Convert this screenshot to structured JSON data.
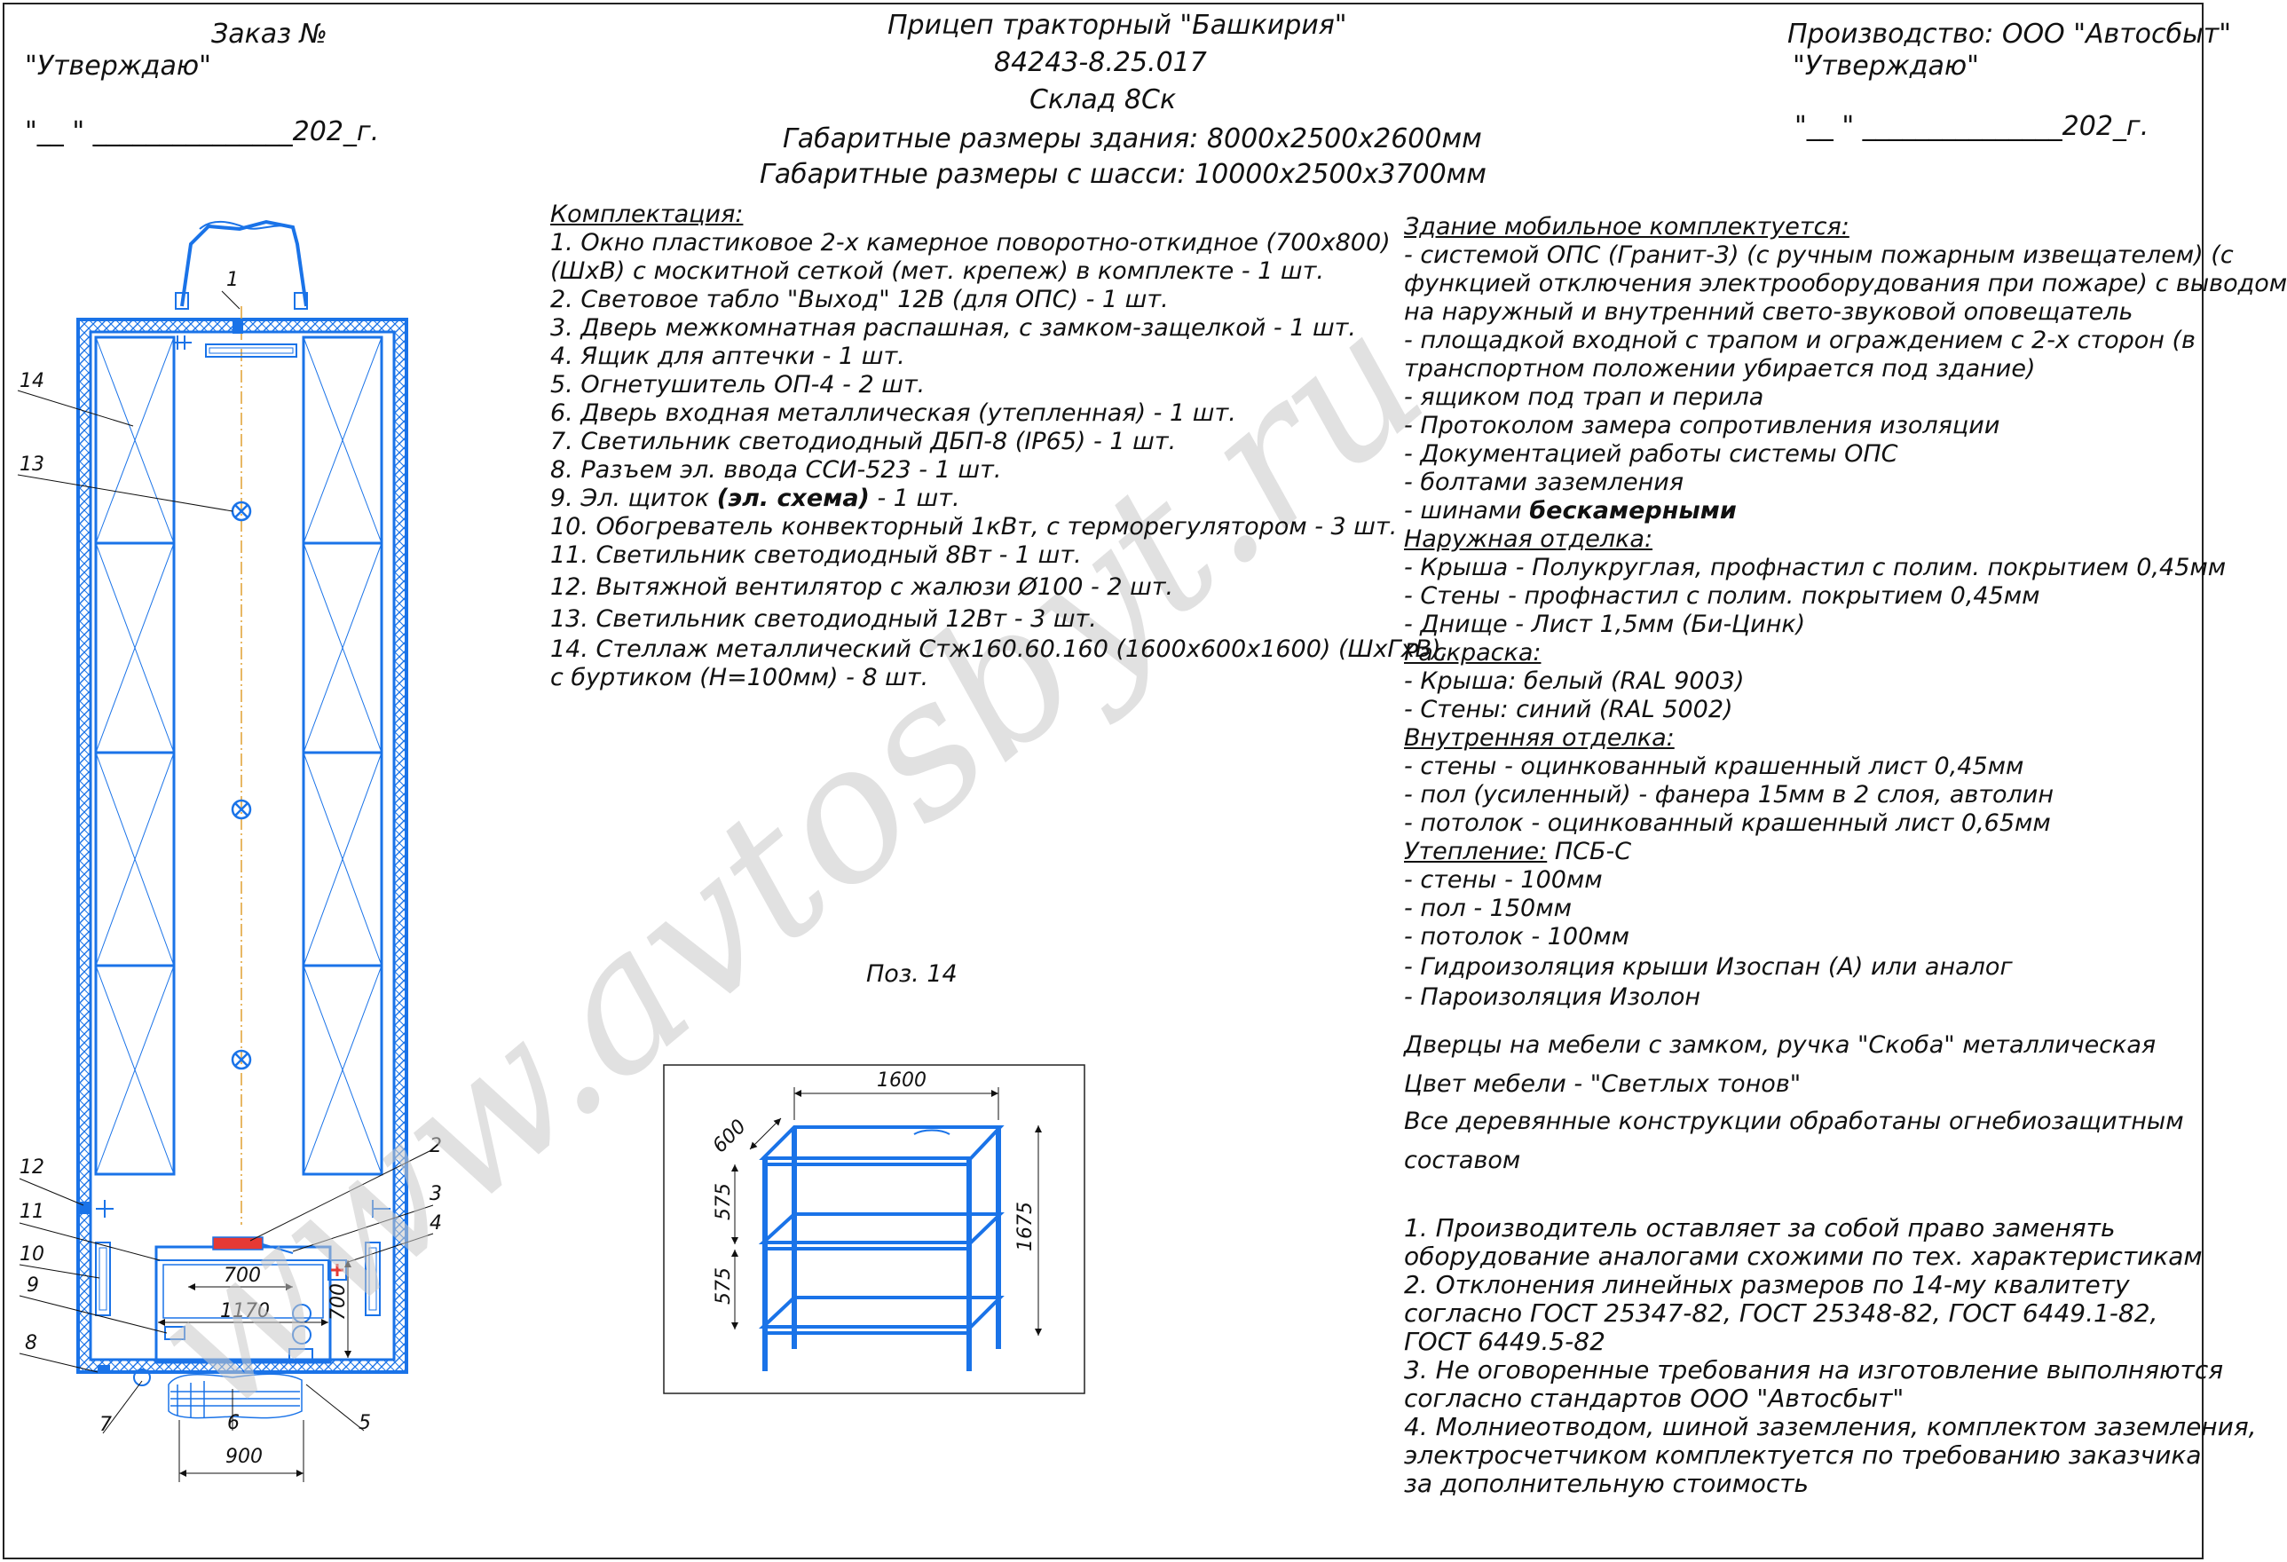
{
  "header_left": {
    "order": "Заказ №",
    "approve": "\"Утверждаю\"",
    "date_line": "\"__ \" _______________202_г."
  },
  "header_center": {
    "line1": "Прицеп тракторный \"Башкирия\"",
    "line2": "84243-8.25.017",
    "line3": "Склад 8Ск",
    "line4": "Габаритные размеры здания: 8000х2500х2600мм",
    "line5": "Габаритные размеры с шасси: 10000х2500х3700мм"
  },
  "header_right": {
    "producer": "Производство: ООО \"Автосбыт\"",
    "approve": "\"Утверждаю\"",
    "date_line": "\"__ \" _______________202_г."
  },
  "equipment": {
    "title": "Комплектация:",
    "items": [
      "1.  Окно пластиковое 2-х камерное поворотно-откидное (700х800)",
      "    (ШхВ) с москитной сеткой (мет. крепеж) в комплекте - 1 шт.",
      "2.  Световое табло \"Выход\" 12В (для ОПС) - 1 шт.",
      "3.  Дверь межкомнатная распашная, с замком-защелкой - 1 шт.",
      "4.  Ящик для аптечки - 1 шт.",
      "5.  Огнетушитель ОП-4 - 2 шт.",
      "6.  Дверь входная металлическая (утепленная) - 1 шт.",
      "7.  Светильник светодиодный ДБП-8 (IP65) - 1 шт.",
      "8.  Разъем эл. ввода ССИ-523 - 1 шт.",
      "10.  Обогреватель конвекторный 1кВт, с терморегулятором - 3 шт.",
      "11.  Светильник светодиодный 8Вт - 1 шт.",
      "12.  Вытяжной вентилятор с жалюзи Ø100 - 2 шт.",
      "13.  Светильник светодиодный 12Вт - 3 шт.",
      "14.  Стеллаж металлический Стж160.60.160 (1600х600х1600) (ШхГхВ),",
      "  с буртиком (Н=100мм) - 8 шт."
    ],
    "item9_pre": "9.  Эл. щиток ",
    "item9_bold": "(эл. схема)",
    "item9_post": " - 1 шт."
  },
  "building": {
    "title": "Здание мобильное комплектуется:",
    "items": [
      "- системой ОПС (Гранит-3) (с ручным пожарным извещателем) (с",
      "   функцией отключения электрооборудования при пожаре) с выводом",
      "   на наружный и внутренний свето-звуковой оповещатель",
      "- площадкой входной с трапом и ограждением с 2-х сторон (в",
      "   транспортном положении убирается под здание)",
      "- ящиком под трап и перила",
      "- Протоколом замера сопротивления изоляции",
      "- Документацией работы системы ОПС",
      "- болтами заземления"
    ],
    "tires_pre": "- шинами ",
    "tires_bold": "бескамерными",
    "outer_title": "Наружная отделка:",
    "outer": [
      "- Крыша - Полукруглая, профнастил с полим. покрытием 0,45мм",
      "- Стены - профнастил с полим. покрытием 0,45мм",
      "- Днище - Лист 1,5мм (Би-Цинк)"
    ],
    "paint_title": "Раскраска:",
    "paint": [
      "- Крыша: белый (RAL 9003)",
      "- Стены: синий (RAL 5002)"
    ],
    "inner_title": "Внутренняя отделка:",
    "inner": [
      "- стены - оцинкованный крашенный лист 0,45мм",
      "- пол (усиленный) - фанера 15мм в 2 слоя, автолин",
      "- потолок - оцинкованный крашенный лист 0,65мм"
    ],
    "insul_title": "Утепление:",
    "insul_title_rest": " ПСБ-С",
    "insul": [
      "- стены - 100мм",
      "- пол - 150мм",
      "- потолок - 100мм",
      "- Гидроизоляция крыши Изоспан (А) или аналог",
      "- Пароизоляция Изолон"
    ],
    "furniture": [
      "Дверцы на мебели с замком, ручка \"Скоба\" металлическая",
      "Цвет мебели - \"Светлых тонов\"",
      "Все деревянные конструкции обработаны огнебиозащитным",
      "составом"
    ]
  },
  "notes": [
    "1.  Производитель оставляет за собой право заменять",
    "оборудование аналогами схожими по тех. характеристикам",
    "2.  Отклонения линейных размеров по 14-му квалитету",
    "согласно ГОСТ 25347-82, ГОСТ 25348-82, ГОСТ 6449.1-82,",
    "ГОСТ 6449.5-82",
    "3.  Не оговоренные требования на изготовление выполняются",
    "согласно стандартов ООО \"Автосбыт\"",
    "4.  Молниеотводом, шиной заземления, комплектом заземления,",
    "электросчетчиком комплектуется по требованию заказчика",
    "за дополнительную стоимость"
  ],
  "shelf_detail": {
    "title": "Поз. 14",
    "dim_width": "1600",
    "dim_depth": "600",
    "dim_height": "1675",
    "dim_tier1": "575",
    "dim_tier2": "575"
  },
  "plan": {
    "callouts": [
      "1",
      "2",
      "3",
      "4",
      "5",
      "6",
      "7",
      "8",
      "9",
      "10",
      "11",
      "12",
      "13",
      "14"
    ],
    "dim_window": "700",
    "dim_partition": "1170",
    "dim_door": "700",
    "dim_porch": "900"
  },
  "watermark": "www.avtosbyt.ru",
  "colors": {
    "line_blue": "#1a73e8",
    "accent_red": "#e53935",
    "watermark": "#c9c9c9",
    "text": "#111111",
    "axis": "#e0a030"
  }
}
